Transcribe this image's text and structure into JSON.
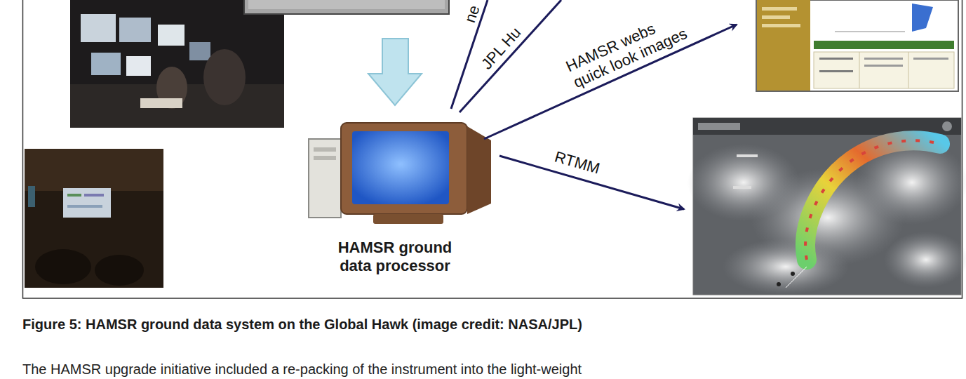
{
  "diagram": {
    "caption": "Figure 5: HAMSR ground data system on the Global Hawk (image credit: NASA/JPL)",
    "nodes": [
      {
        "text": [
          "HAMSR ground data processor"
        ]
      }
    ],
    "labels": [
      "ne",
      "JPL Hu",
      "HAMSR webs",
      "quick look images",
      "RTMM",
      "The HAMSR upgrade initiative included a re-packing of the instrument into the light-weight"
    ]
  }
}
